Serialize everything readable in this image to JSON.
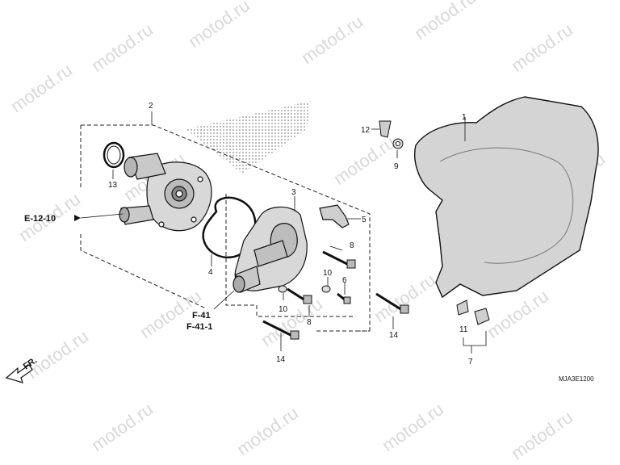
{
  "watermark": "motod.ru",
  "diagram_code": "MJA3E1200",
  "direction_label": "FR.",
  "references": {
    "e_12_10": "E-12-10",
    "f_41": "F-41",
    "f_41_1": "F-41-1"
  },
  "callouts": {
    "c1": "1",
    "c2": "2",
    "c3": "3",
    "c4": "4",
    "c5": "5",
    "c6": "6",
    "c7": "7",
    "c8a": "8",
    "c8b": "8",
    "c9": "9",
    "c10a": "10",
    "c10b": "10",
    "c11": "11",
    "c12": "12",
    "c13": "13",
    "c14a": "14",
    "c14b": "14"
  }
}
